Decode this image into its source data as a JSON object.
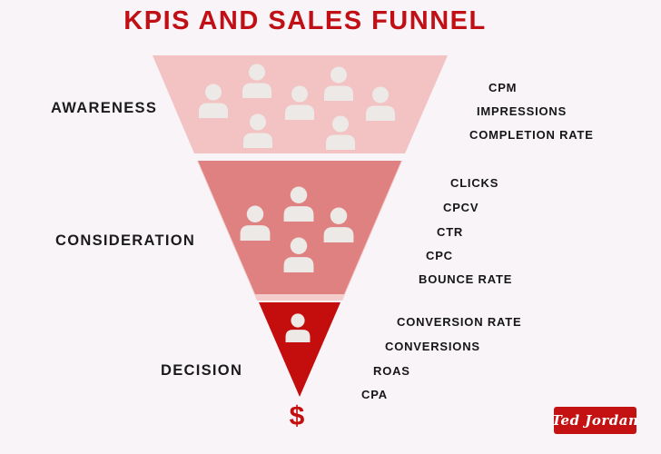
{
  "page": {
    "background_color": "#f8f4f8",
    "title": "KPIS AND SALES FUNNEL",
    "title_color": "#c01015"
  },
  "funnel": {
    "people_icon_color": "#ece9e6",
    "shadow_color": "#f3cccb",
    "dollar_sign": "$",
    "dollar_color": "#c40d0d",
    "stages": [
      {
        "label": "AWARENESS",
        "color": "#f2c3c2",
        "people_count": 7,
        "kpis": [
          "CPM",
          "IMPRESSIONS",
          "COMPLETION RATE"
        ]
      },
      {
        "label": "CONSIDERATION",
        "color": "#e08181",
        "people_count": 4,
        "kpis": [
          "CLICKS",
          "CPCV",
          "CTR",
          "CPC",
          "BOUNCE RATE"
        ]
      },
      {
        "label": "DECISION",
        "color": "#c40d0d",
        "people_count": 1,
        "kpis": [
          "CONVERSION RATE",
          "CONVERSIONS",
          "ROAS",
          "CPA"
        ]
      }
    ]
  },
  "logo": {
    "text": "Ted Jordan",
    "background_color": "#c41212",
    "text_color": "#ffffff"
  }
}
